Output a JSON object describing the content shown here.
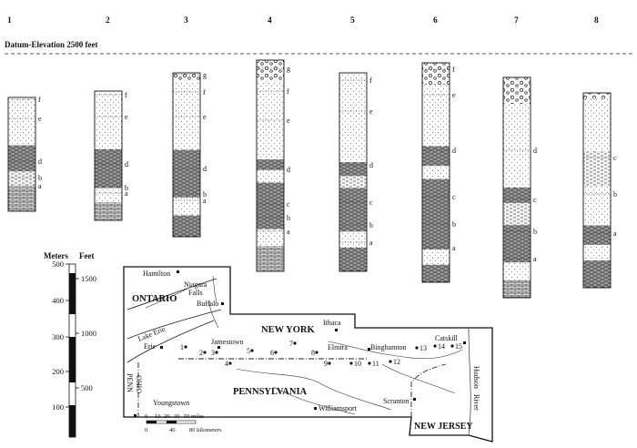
{
  "datum_label": "Datum-Elevation 2500 feet",
  "columns": [
    {
      "number": "1",
      "horizons": [
        "f",
        "e",
        "d",
        "b",
        "a"
      ]
    },
    {
      "number": "2",
      "horizons": [
        "f",
        "e",
        "d",
        "b",
        "a"
      ]
    },
    {
      "number": "3",
      "horizons": [
        "g",
        "f",
        "e",
        "d",
        "b",
        "a"
      ]
    },
    {
      "number": "4",
      "horizons": [
        "g",
        "f",
        "e",
        "d",
        "c",
        "b",
        "a"
      ]
    },
    {
      "number": "5",
      "horizons": [
        "f",
        "e",
        "d",
        "c",
        "b",
        "a"
      ]
    },
    {
      "number": "6",
      "horizons": [
        "f",
        "e",
        "d",
        "c",
        "b",
        "a"
      ]
    },
    {
      "number": "7",
      "horizons": [
        "d",
        "c",
        "b",
        "a"
      ]
    },
    {
      "number": "8",
      "horizons": [
        "c",
        "b",
        "a"
      ]
    }
  ],
  "scale": {
    "meters_label": "Meters",
    "feet_label": "Feet",
    "meters_ticks": [
      "500",
      "400",
      "300",
      "200",
      "100"
    ],
    "feet_ticks": [
      "1500",
      "1000",
      "500"
    ]
  },
  "map": {
    "regions": [
      "ONTARIO",
      "NEW YORK",
      "PENNSYLVANIA",
      "NEW JERSEY",
      "OHIO",
      "PENN"
    ],
    "cities": [
      "Hamilton",
      "Niagara",
      "Falls",
      "Buffalo",
      "Lake Erie",
      "Erie",
      "Jamestown",
      "Ithaca",
      "Elmira",
      "Binghamton",
      "Catskill",
      "Youngstown",
      "Williamsport",
      "Scranton",
      "Hudson",
      "River"
    ],
    "site_numbers": [
      "1",
      "2",
      "3",
      "4",
      "5",
      "6",
      "7",
      "8",
      "9",
      "10",
      "11",
      "12",
      "13",
      "14",
      "15"
    ],
    "scale_ticks": [
      "0",
      "10",
      "20",
      "30",
      "50 miles"
    ],
    "scale_ticks_km": [
      "0",
      "40",
      "80 kilometers"
    ]
  }
}
